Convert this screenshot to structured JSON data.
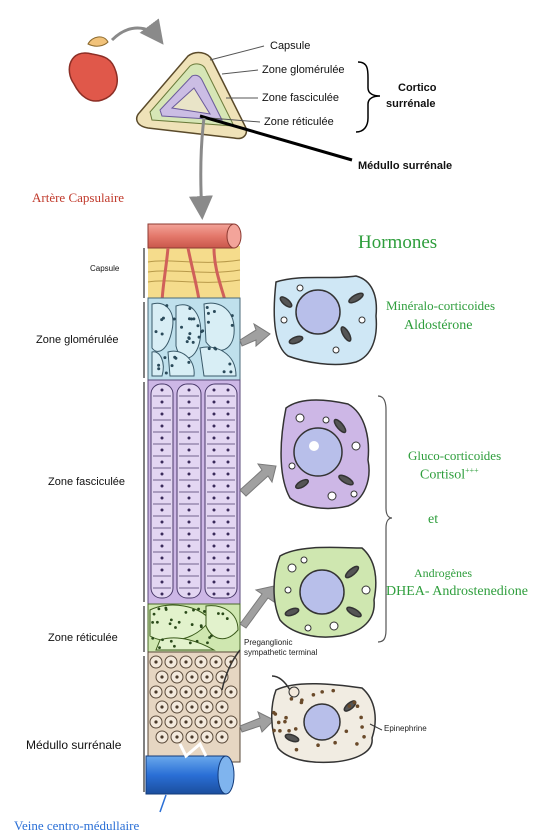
{
  "top": {
    "capsule": "Capsule",
    "zone_glomerulee": "Zone glomérulée",
    "zone_fasciculee": "Zone fasciculée",
    "zone_reticulee": "Zone réticulée",
    "cortico_line1": "Cortico",
    "cortico_line2": "surrénale",
    "medullo": "Médullo surrénale"
  },
  "artery_label": "Artère Capsulaire",
  "column": {
    "capsule": "Capsule",
    "glomerulee": "Zone glomérulée",
    "fasciculee": "Zone fasciculée",
    "reticulee": "Zone réticulée",
    "medullo": "Médullo surrénale",
    "preganglionic_line1": "Preganglionic",
    "preganglionic_line2": "sympathetic terminal",
    "epinephrine": "Epinephrine"
  },
  "hormones": {
    "title": "Hormones",
    "mineralo": "Minéralo-corticoides",
    "aldosterone": "Aldostérone",
    "gluco": "Gluco-corticoides",
    "cortisol": "Cortisol",
    "cortisol_sup": "+++",
    "et": "et",
    "androgenes": "Androgènes",
    "dhea": "DHEA- Androstenedione"
  },
  "vein_label": "Veine centro-médullaire",
  "colors": {
    "green": "#2e9e3c",
    "red": "#c0392b",
    "blue": "#2a6fd6",
    "capsule_zone": "#f5dc8c",
    "glomerulee": "#bfe0ec",
    "fasciculee": "#cdb7e6",
    "reticulee": "#cfe7b0",
    "medulla": "#e6d6c2"
  }
}
